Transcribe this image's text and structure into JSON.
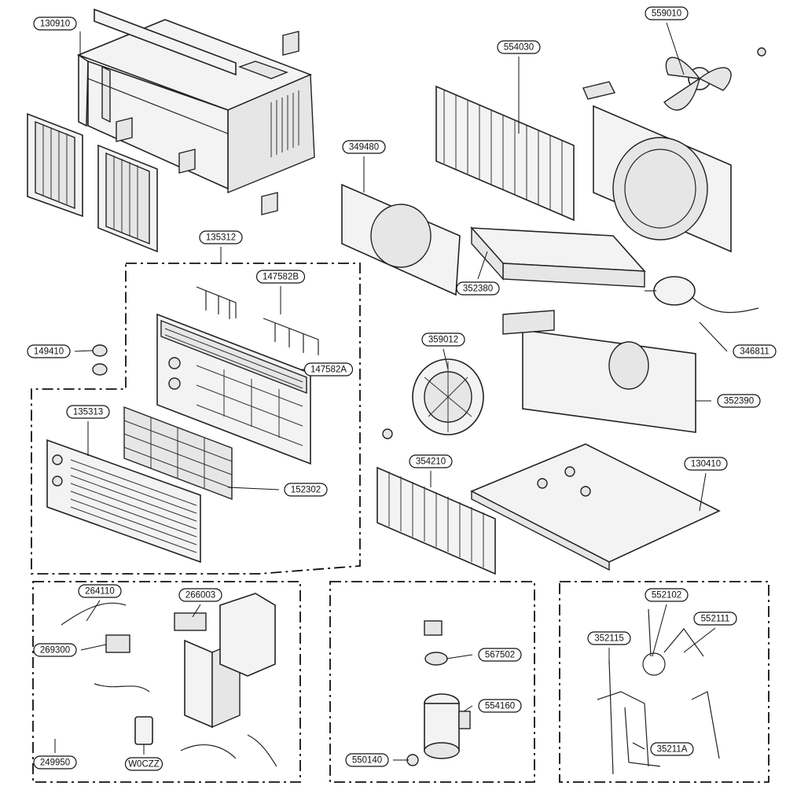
{
  "labels": [
    {
      "id": "l130910",
      "text": "130910"
    },
    {
      "id": "l135312",
      "text": "135312"
    },
    {
      "id": "l147582B",
      "text": "147582B"
    },
    {
      "id": "l149410",
      "text": "149410"
    },
    {
      "id": "l147582A",
      "text": "147582A"
    },
    {
      "id": "l135313",
      "text": "135313"
    },
    {
      "id": "l152302",
      "text": "152302"
    },
    {
      "id": "l554030",
      "text": "554030"
    },
    {
      "id": "l559010",
      "text": "559010"
    },
    {
      "id": "l349480",
      "text": "349480"
    },
    {
      "id": "l352380",
      "text": "352380"
    },
    {
      "id": "l346811",
      "text": "346811"
    },
    {
      "id": "l359012",
      "text": "359012"
    },
    {
      "id": "l352390",
      "text": "352390"
    },
    {
      "id": "l354210",
      "text": "354210"
    },
    {
      "id": "l130410",
      "text": "130410"
    },
    {
      "id": "l264110",
      "text": "264110"
    },
    {
      "id": "l266003",
      "text": "266003"
    },
    {
      "id": "l269300",
      "text": "269300"
    },
    {
      "id": "l249950",
      "text": "249950"
    },
    {
      "id": "lW0CZZ",
      "text": "W0CZZ"
    },
    {
      "id": "l567502",
      "text": "567502"
    },
    {
      "id": "l554160",
      "text": "554160"
    },
    {
      "id": "l550140",
      "text": "550140"
    },
    {
      "id": "l552102",
      "text": "552102"
    },
    {
      "id": "l552111",
      "text": "552111"
    },
    {
      "id": "l352115",
      "text": "352115"
    },
    {
      "id": "l35211A",
      "text": "35211A"
    }
  ]
}
